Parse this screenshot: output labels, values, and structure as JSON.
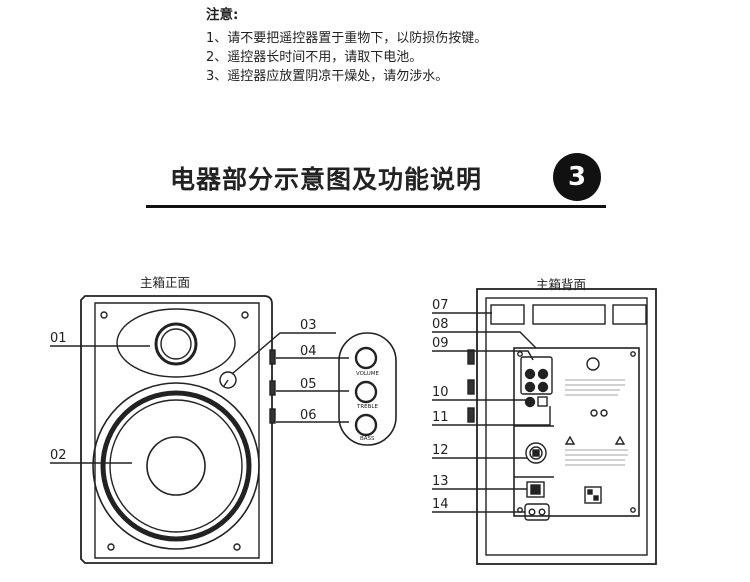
{
  "notes": {
    "title": "注意:",
    "items": [
      "1、请不要把遥控器置于重物下，以防损伤按键。",
      "2、遥控器长时间不用，请取下电池。",
      "3、遥控器应放置阴凉干燥处，请勿涉水。"
    ]
  },
  "section": {
    "title": "电器部分示意图及功能说明",
    "number": "3"
  },
  "front": {
    "label": "主箱正面",
    "callouts": [
      "01",
      "02",
      "03",
      "04",
      "05",
      "06"
    ],
    "knobs": [
      "VOLUME",
      "TREBLE",
      "BASS"
    ]
  },
  "back": {
    "label": "主箱背面",
    "callouts": [
      "07",
      "08",
      "09",
      "10",
      "11",
      "12",
      "13",
      "14"
    ]
  }
}
